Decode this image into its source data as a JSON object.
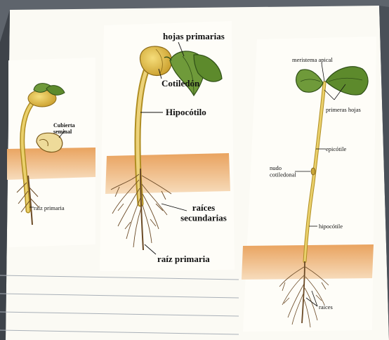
{
  "colors": {
    "paper": "#fbfaf4",
    "soil_top": "#e9a35f",
    "soil_bottom": "#f6d8b4",
    "stem": "#e2c25a",
    "stem_dark": "#b08e22",
    "leaf": "#6f9a3a",
    "leaf_dark": "#2f4f17",
    "cotyledon": "#e8c24e",
    "seed_coat": "#eedb9a",
    "root": "#6b4a26"
  },
  "stage1": {
    "labels": {
      "seed_coat": "Cubierta\nseminal",
      "primary_root": "raíz primaria"
    }
  },
  "stage2": {
    "labels": {
      "primary_leaves": "hojas primarias",
      "cotyledon": "Cotiledón",
      "hypocotyl": "Hipocótilo",
      "secondary_roots": "raíces\nsecundarias",
      "primary_root": "raíz primaria"
    }
  },
  "stage3": {
    "labels": {
      "apical_meristem": "meristema apical",
      "first_leaves": "primeras hojas",
      "epicotyl": "epicótile",
      "cotyledonary_node": "nudo\ncotiledonal",
      "hypocotyl": "hipocótile",
      "roots": "raíces"
    }
  }
}
